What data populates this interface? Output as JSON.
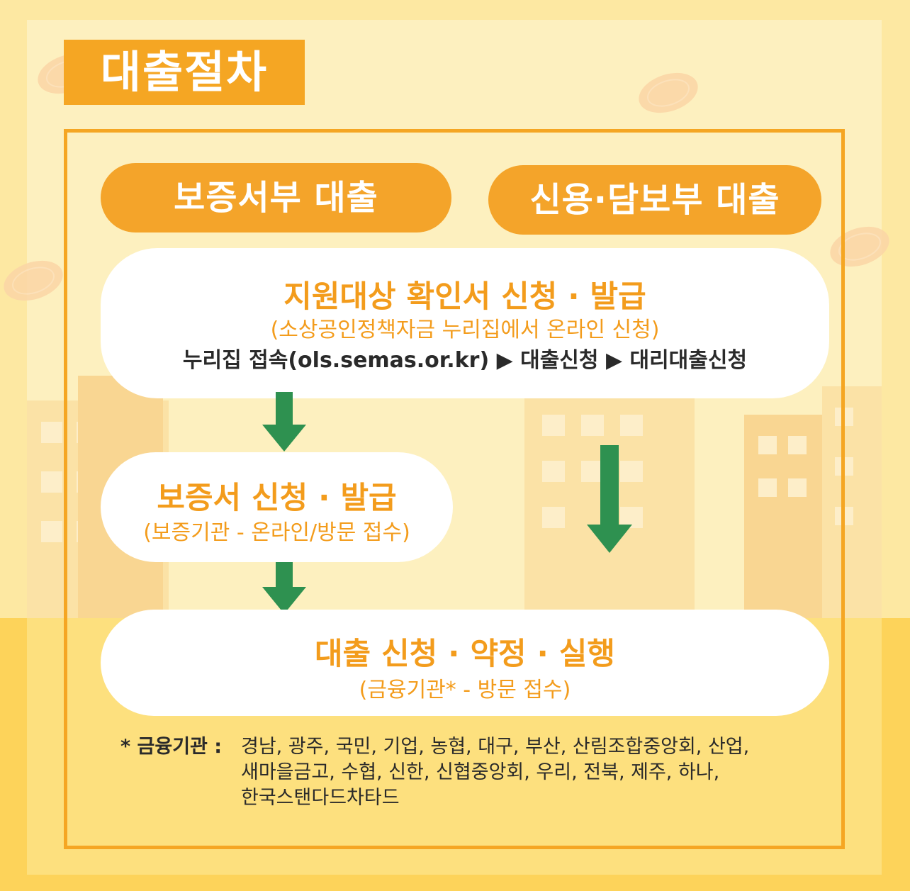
{
  "title": "대출절차",
  "tracks": {
    "left": "보증서부 대출",
    "right": "신용·담보부 대출"
  },
  "steps": {
    "step1": {
      "title": "지원대상 확인서 신청 · 발급",
      "sub": "(소상공인정책자금 누리집에서 온라인 신청)",
      "desc": "누리집 접속(ols.semas.or.kr) ▶ 대출신청 ▶ 대리대출신청"
    },
    "step2": {
      "title": "보증서 신청 · 발급",
      "sub": "(보증기관 - 온라인/방문 접수)"
    },
    "step3": {
      "title": "대출 신청 · 약정 · 실행",
      "sub": "(금융기관* - 방문 접수)"
    }
  },
  "footnote": {
    "label": "* 금융기관 :",
    "line1": "경남, 광주, 국민, 기업, 농협, 대구, 부산, 산림조합중앙회, 산업,",
    "line2": "새마을금고, 수협, 신한, 신협중앙회, 우리, 전북, 제주, 하나,",
    "line3": "한국스탠다드차타드"
  },
  "colors": {
    "accent": "#f5a623",
    "arrow": "#2e9150",
    "background": "#fdf0bf"
  }
}
